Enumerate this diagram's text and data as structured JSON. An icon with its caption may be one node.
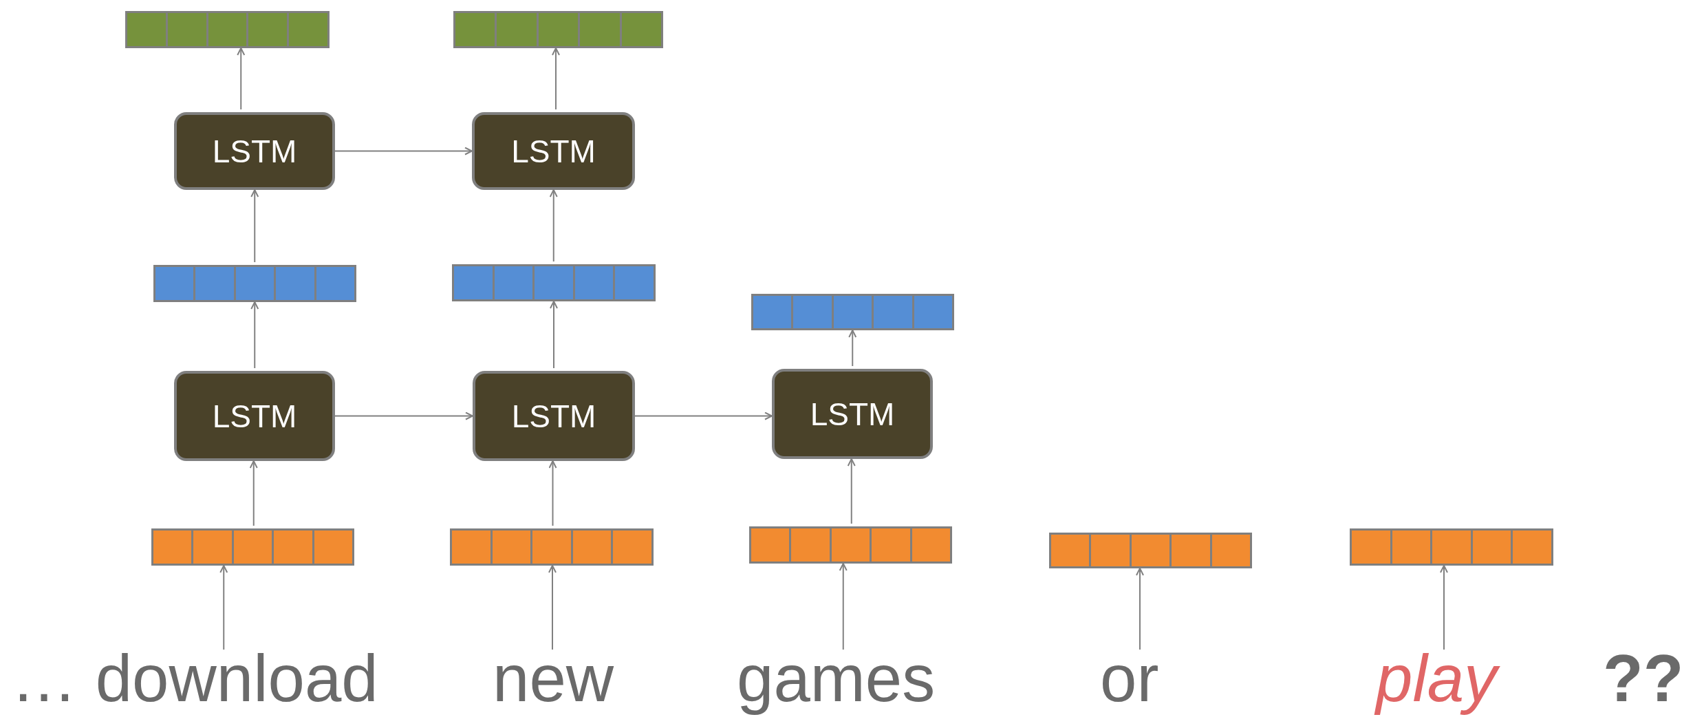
{
  "diagram": {
    "nodes": [
      {
        "text": [],
        "shape": "bar"
      },
      {
        "text": [],
        "shape": "bar"
      },
      {
        "text": [
          "LSTM"
        ]
      },
      {
        "text": [
          "LSTM"
        ]
      },
      {
        "text": [],
        "shape": "bar"
      },
      {
        "text": [],
        "shape": "bar"
      },
      {
        "text": [],
        "shape": "bar"
      },
      {
        "text": [
          "LSTM"
        ]
      },
      {
        "text": [
          "LSTM"
        ]
      },
      {
        "text": [
          "LSTM"
        ]
      },
      {
        "text": [],
        "shape": "bar"
      },
      {
        "text": [],
        "shape": "bar"
      },
      {
        "text": [],
        "shape": "bar"
      },
      {
        "text": [],
        "shape": "bar"
      },
      {
        "text": [],
        "shape": "bar"
      },
      {
        "text": [
          "… download"
        ]
      },
      {
        "text": [
          "new"
        ]
      },
      {
        "text": [
          "games"
        ]
      },
      {
        "text": [
          "or"
        ]
      },
      {
        "text": [
          "play"
        ]
      }
    ],
    "edges": [
      {
        "from": 15,
        "to": 10,
        "arrow": "to"
      },
      {
        "from": 16,
        "to": 11,
        "arrow": "to"
      },
      {
        "from": 17,
        "to": 12,
        "arrow": "to"
      },
      {
        "from": 18,
        "to": 13,
        "arrow": "to"
      },
      {
        "from": 19,
        "to": 14,
        "arrow": "to"
      },
      {
        "from": 10,
        "to": 7,
        "arrow": "to"
      },
      {
        "from": 11,
        "to": 8,
        "arrow": "to"
      },
      {
        "from": 12,
        "to": 9,
        "arrow": "to"
      },
      {
        "from": 7,
        "to": 4,
        "arrow": "to"
      },
      {
        "from": 8,
        "to": 5,
        "arrow": "to"
      },
      {
        "from": 9,
        "to": 6,
        "arrow": "to"
      },
      {
        "from": 4,
        "to": 2,
        "arrow": "to"
      },
      {
        "from": 5,
        "to": 3,
        "arrow": "to"
      },
      {
        "from": 2,
        "to": 0,
        "arrow": "to"
      },
      {
        "from": 3,
        "to": 1,
        "arrow": "to"
      },
      {
        "from": 7,
        "to": 8,
        "arrow": "to"
      },
      {
        "from": 8,
        "to": 9,
        "arrow": "to"
      },
      {
        "from": 2,
        "to": 3,
        "arrow": "to"
      }
    ],
    "labels": [
      "??"
    ]
  }
}
